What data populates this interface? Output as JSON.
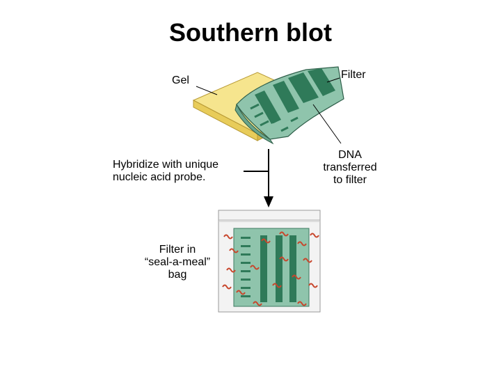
{
  "title": "Southern blot",
  "labels": {
    "gel": "Gel",
    "filter": "Filter",
    "dna_transferred": [
      "DNA",
      "transferred",
      "to filter"
    ],
    "hybridize": [
      "Hybridize with unique",
      "nucleic acid probe."
    ],
    "filter_in_bag": [
      "Filter in",
      "“seal-a-meal”",
      "bag"
    ]
  },
  "colors": {
    "gel": "#f6e58e",
    "gel_side": "#e8cc5a",
    "filter": "#8fc4ac",
    "filter_band": "#2f7a59",
    "probe": "#c8462c",
    "bag": "#f3f3f3"
  }
}
